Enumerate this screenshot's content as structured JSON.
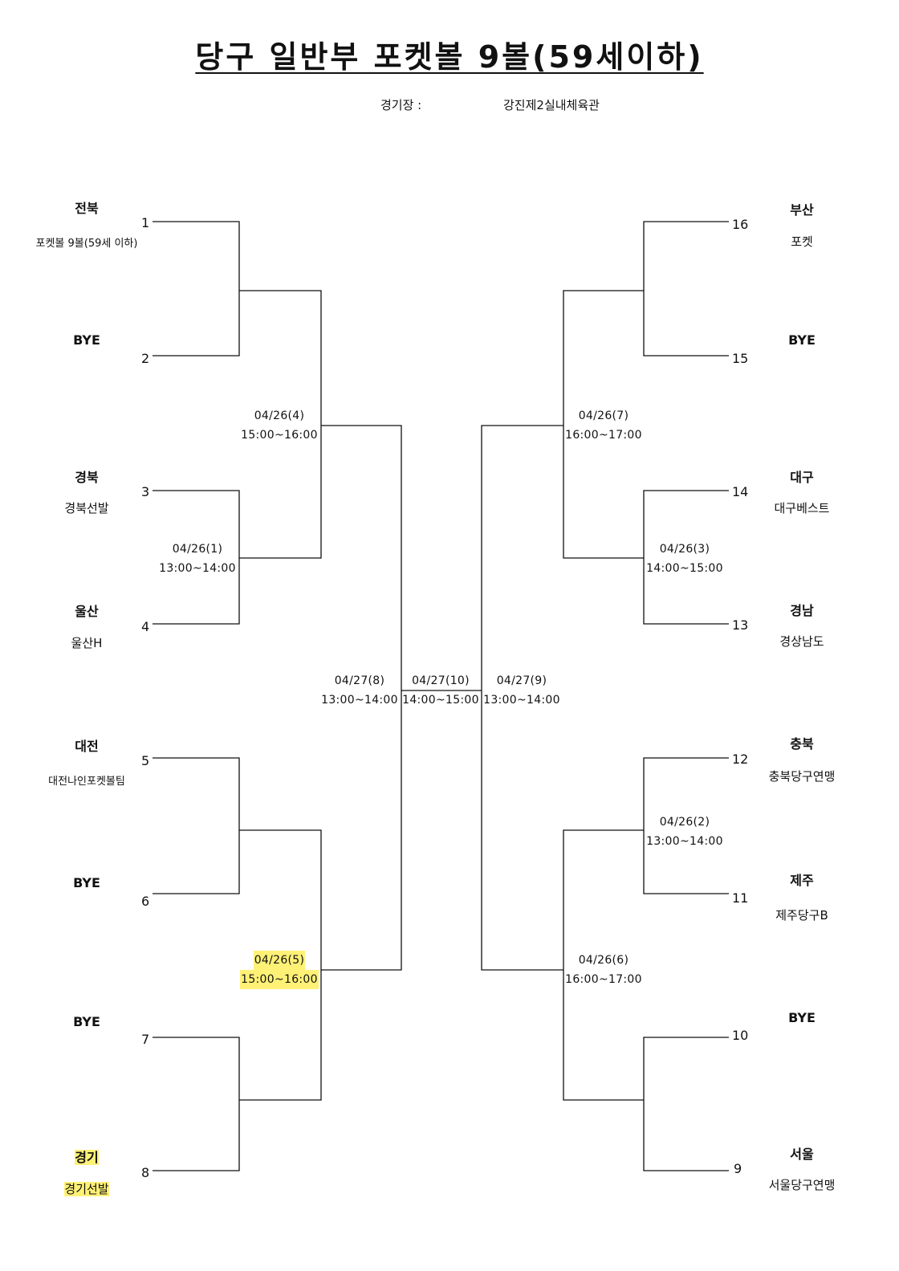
{
  "title": "당구 일반부 포켓볼 9볼(59세이하)",
  "venue": {
    "label": "경기장 :",
    "value": "강진제2실내체육관"
  },
  "highlight_color": "#fff176",
  "left_slots": [
    {
      "seed": "1",
      "region": "전북",
      "team": "포켓볼 9볼(59세 이하)"
    },
    {
      "seed": "2",
      "region": "BYE",
      "team": ""
    },
    {
      "seed": "3",
      "region": "경북",
      "team": "경북선발"
    },
    {
      "seed": "4",
      "region": "울산",
      "team": "울산H"
    },
    {
      "seed": "5",
      "region": "대전",
      "team": "대전나인포켓볼팀"
    },
    {
      "seed": "6",
      "region": "BYE",
      "team": ""
    },
    {
      "seed": "7",
      "region": "BYE",
      "team": ""
    },
    {
      "seed": "8",
      "region": "경기",
      "team": "경기선발",
      "highlighted": true
    }
  ],
  "right_slots": [
    {
      "seed": "16",
      "region": "부산",
      "team": "포켓"
    },
    {
      "seed": "15",
      "region": "BYE",
      "team": ""
    },
    {
      "seed": "14",
      "region": "대구",
      "team": "대구베스트"
    },
    {
      "seed": "13",
      "region": "경남",
      "team": "경상남도"
    },
    {
      "seed": "12",
      "region": "충북",
      "team": "충북당구연맹"
    },
    {
      "seed": "11",
      "region": "제주",
      "team": "제주당구B"
    },
    {
      "seed": "10",
      "region": "BYE",
      "team": ""
    },
    {
      "seed": "9",
      "region": "서울",
      "team": "서울당구연맹"
    }
  ],
  "matches": {
    "m1": {
      "date": "04/26(1)",
      "time": "13:00~14:00"
    },
    "m2": {
      "date": "04/26(2)",
      "time": "13:00~14:00"
    },
    "m3": {
      "date": "04/26(3)",
      "time": "14:00~15:00"
    },
    "m4": {
      "date": "04/26(4)",
      "time": "15:00~16:00"
    },
    "m5": {
      "date": "04/26(5)",
      "time": "15:00~16:00",
      "highlighted": true
    },
    "m6": {
      "date": "04/26(6)",
      "time": "16:00~17:00"
    },
    "m7": {
      "date": "04/26(7)",
      "time": "16:00~17:00"
    },
    "m8": {
      "date": "04/27(8)",
      "time": "13:00~14:00"
    },
    "m9": {
      "date": "04/27(9)",
      "time": "13:00~14:00"
    },
    "m10": {
      "date": "04/27(10)",
      "time": "14:00~15:00"
    }
  }
}
